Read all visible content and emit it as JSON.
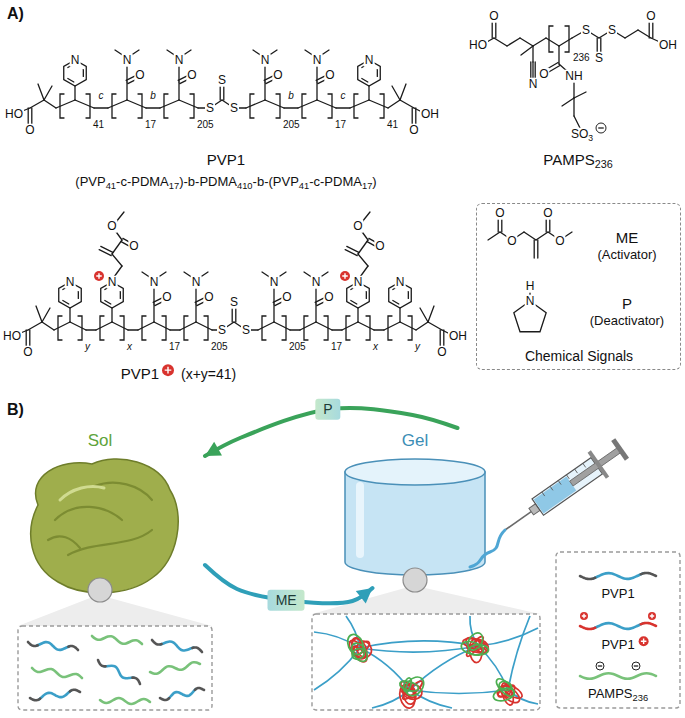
{
  "diagram": {
    "nodes": [
      {
        "text": [
          "ME",
          "(Activator)",
          "P",
          "(Deactivator)",
          "Chemical Signals"
        ]
      },
      {
        "text": [
          "Sol"
        ]
      },
      {
        "text": [
          "Gel"
        ]
      }
    ],
    "edges": [
      {
        "from": 2,
        "to": 1,
        "label": "P",
        "arrow": "to"
      },
      {
        "from": 1,
        "to": 2,
        "label": "ME",
        "arrow": "to"
      }
    ],
    "labels": [
      "A)",
      "HO",
      "O",
      "N",
      "41",
      "c",
      "O",
      "N",
      "17",
      "b",
      "O",
      "N",
      "205",
      "S",
      "S",
      "S",
      "O",
      "N",
      "205",
      "b",
      "O",
      "N",
      "17",
      "c",
      "N",
      "41",
      "O",
      "OH",
      "PVP1",
      "(PVP41-c-PDMA17)-b-PDMA410-b-(PVP41-c-PDMA17)",
      "HO",
      "O",
      "N",
      "O",
      "NH",
      "SO3",
      "236",
      "S",
      "S",
      "S",
      "O",
      "OH",
      "PAMPS236",
      "HO",
      "O",
      "N",
      "y",
      "N",
      "O",
      "O",
      "x",
      "O",
      "N",
      "17",
      "O",
      "N",
      "205",
      "S",
      "S",
      "S",
      "O",
      "N",
      "205",
      "O",
      "N",
      "17",
      "N",
      "O",
      "O",
      "x",
      "N",
      "y",
      "O",
      "OH",
      "PVP1",
      "(x+y=41)",
      "O",
      "O",
      "O",
      "O",
      "H",
      "N",
      "B)"
    ],
    "legend": [
      {
        "text": "PVP1"
      },
      {
        "text": "PVP1"
      },
      {
        "text": "PAMPS236"
      }
    ]
  }
}
